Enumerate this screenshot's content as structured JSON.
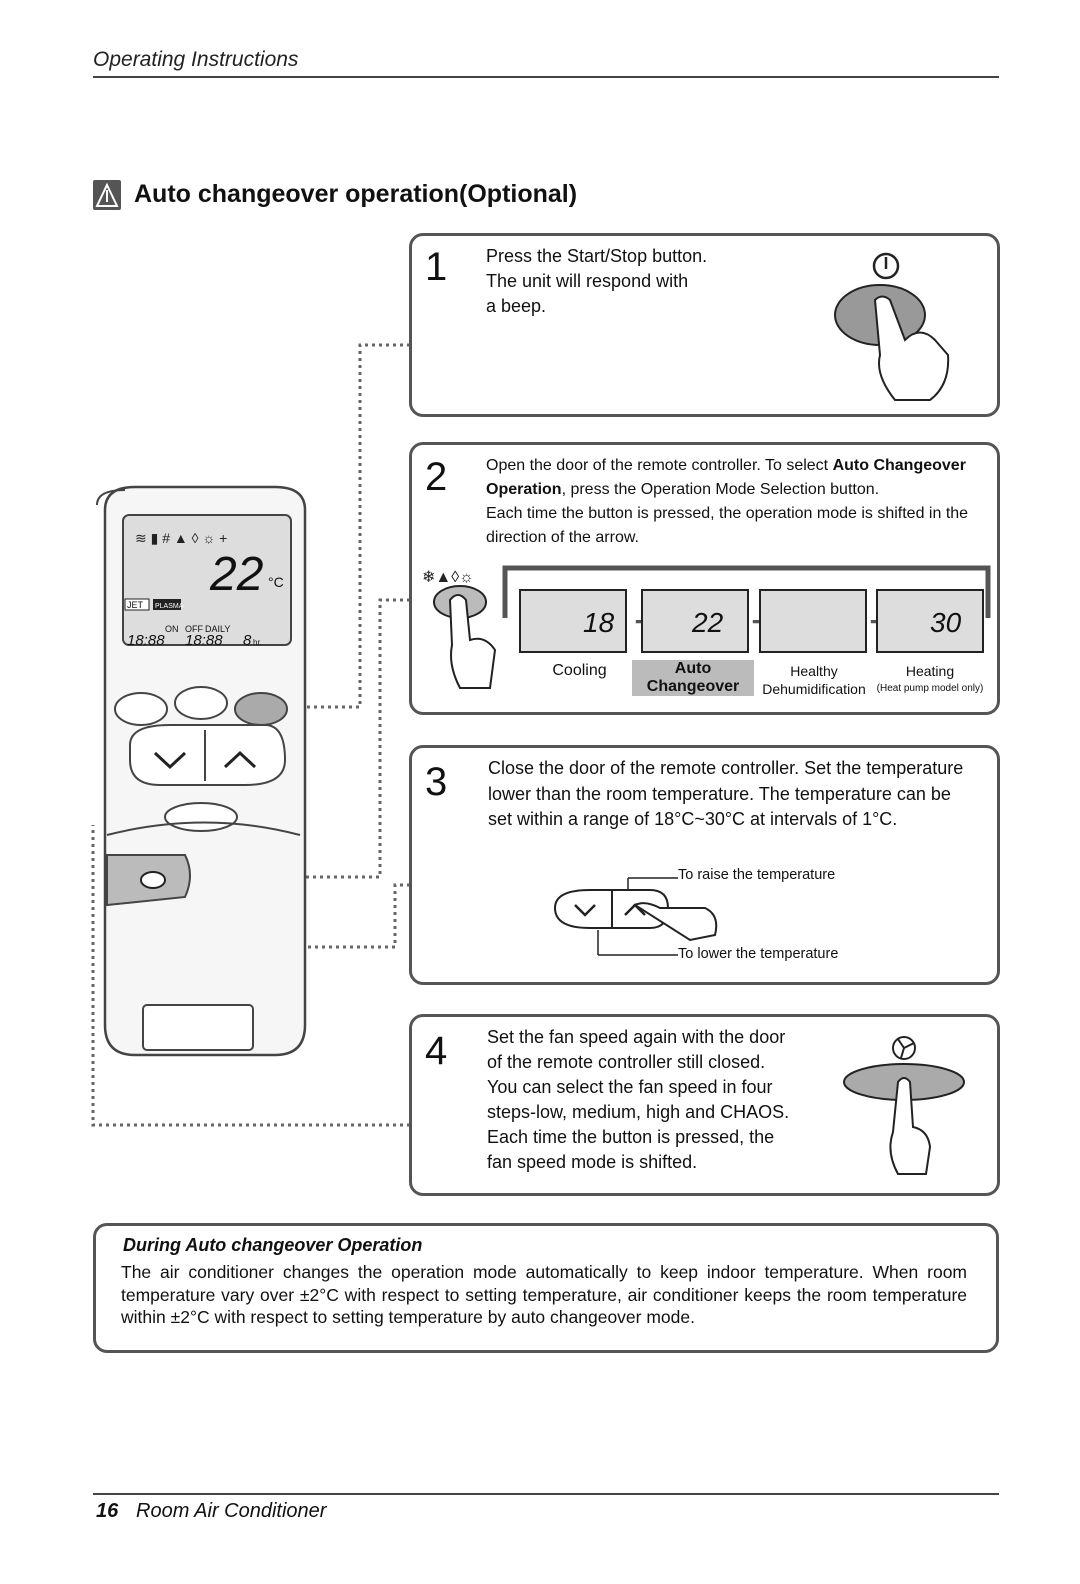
{
  "header": {
    "title": "Operating Instructions"
  },
  "section": {
    "title": "Auto changeover operation(Optional)"
  },
  "steps": [
    {
      "num": "1",
      "lines": [
        "Press the Start/Stop button.",
        "The unit will respond with",
        "a beep."
      ]
    },
    {
      "num": "2",
      "line1_pre": "Open the door of the remote controller. To select ",
      "line1_bold": "Auto Changeover",
      "line2_bold": "Operation",
      "line2_rest": ", press the Operation Mode Selection button.",
      "line3": "Each time the button is pressed, the operation mode is shifted in the",
      "line4": "direction of the arrow.",
      "modes": [
        {
          "label": "Cooling",
          "sub": "",
          "temp": "18"
        },
        {
          "label": "Auto",
          "sub": "Changeover",
          "temp": "22"
        },
        {
          "label": "Healthy",
          "sub": "Dehumidification",
          "temp": ""
        },
        {
          "label": "Heating",
          "sub": "(Heat pump model only)",
          "temp": "30"
        }
      ],
      "temp_unit": "°C"
    },
    {
      "num": "3",
      "lines": [
        "Close the door of the remote controller. Set the temperature",
        "lower than the room temperature. The temperature can be",
        "set within a range of 18°C~30°C at intervals of 1°C."
      ],
      "raise_label": "To raise the temperature",
      "lower_label": "To lower the temperature"
    },
    {
      "num": "4",
      "lines": [
        "Set the fan speed again with the door",
        "of the remote controller still closed.",
        "You can select the fan speed in four",
        "steps-low, medium, high and CHAOS.",
        "Each time the button is pressed, the",
        "fan speed mode is shifted."
      ]
    }
  ],
  "remote": {
    "display_temp": "22",
    "temp_unit": "°C",
    "jet_label": "JET",
    "plasma_label": "PLASMA",
    "on_label": "ON",
    "off_label": "OFF",
    "daily_label": "DAILY",
    "timer_value": "18:88",
    "sleep_value": "8",
    "sleep_unit": "hr."
  },
  "note": {
    "title": "During Auto changeover Operation",
    "body": "The air conditioner changes the operation mode automatically to keep indoor temperature. When room temperature vary over ±2°C with respect to setting temperature, air conditioner keeps the room temperature within ±2°C with respect to setting temperature by auto changeover mode."
  },
  "footer": {
    "page_num": "16",
    "title": "Room Air Conditioner"
  }
}
